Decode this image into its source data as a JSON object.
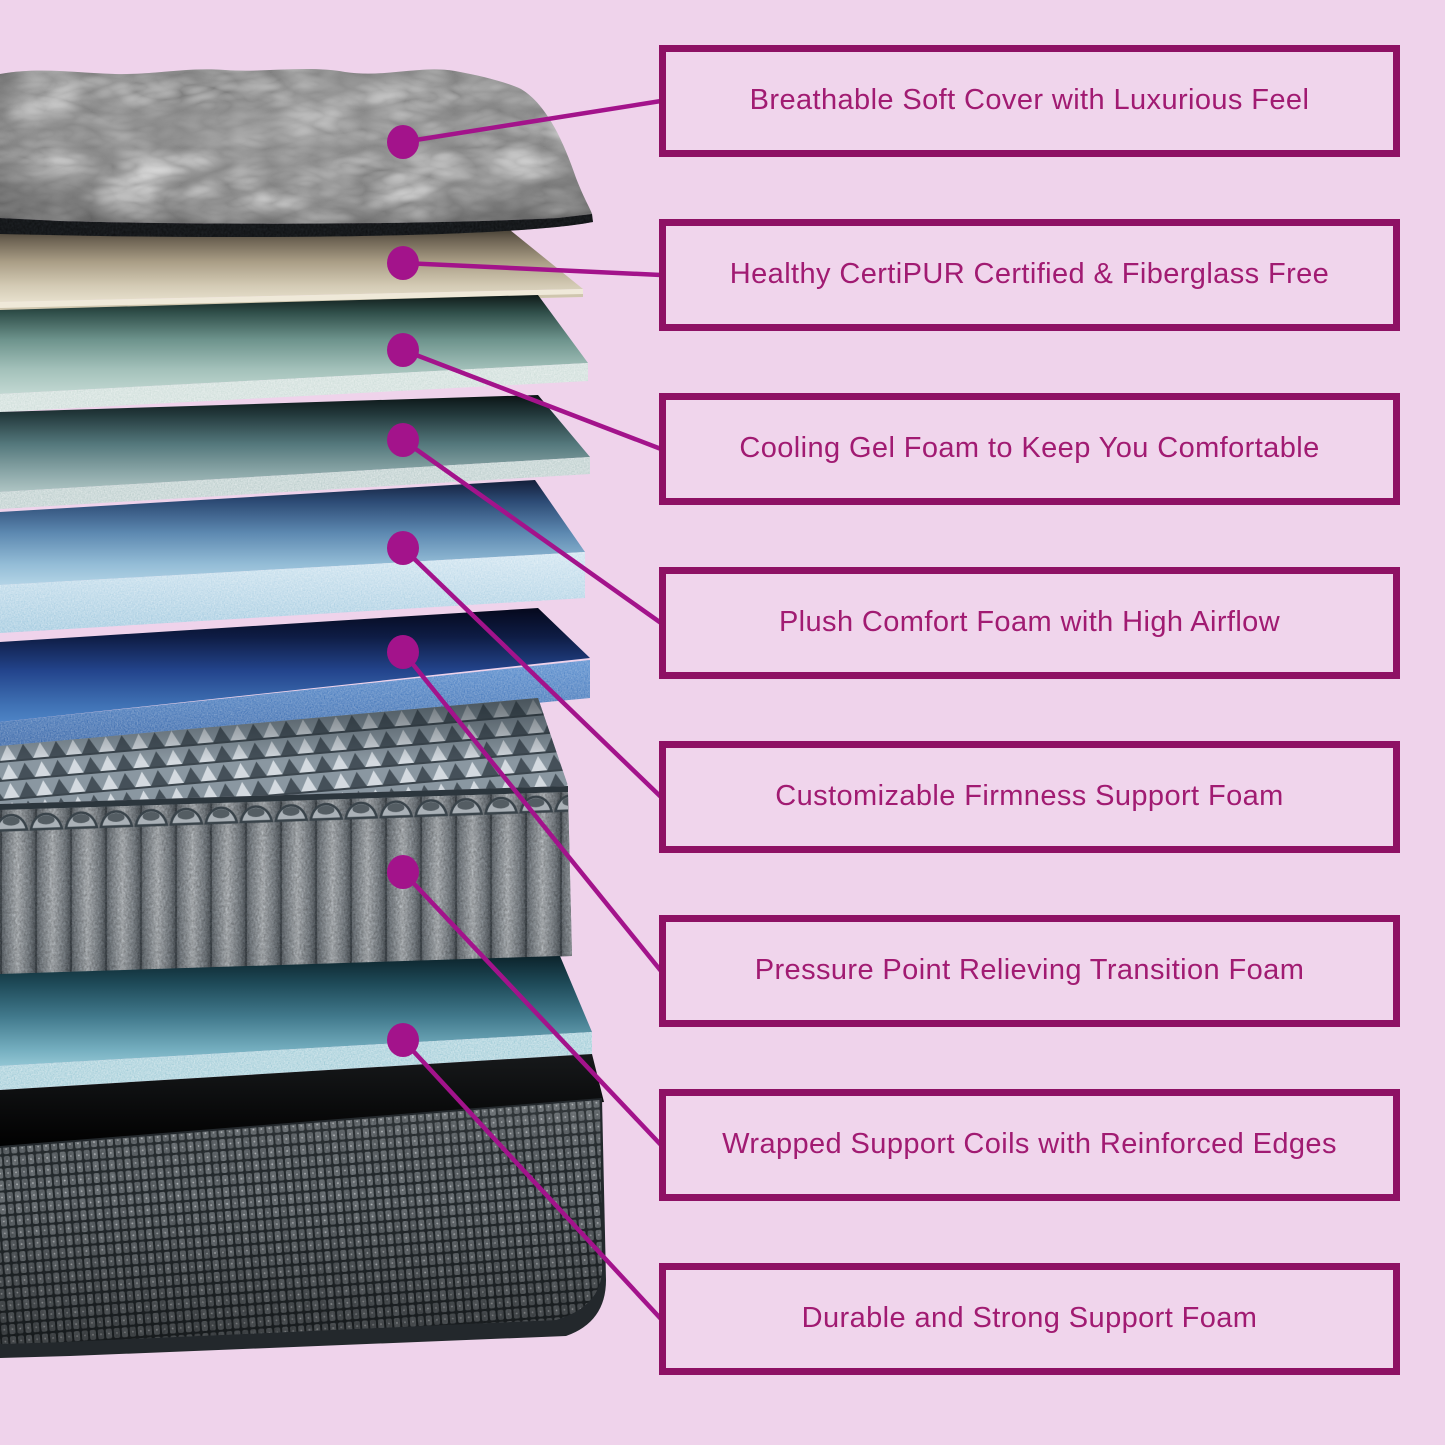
{
  "colors": {
    "background": "#EFD3EB",
    "box_fill": "#F0D5EC",
    "box_border": "#8E1164",
    "box_text": "#A11B72",
    "marker": "#A3138B"
  },
  "callouts": [
    {
      "label": "Breathable Soft Cover with Luxurious Feel"
    },
    {
      "label": "Healthy CertiPUR Certified & Fiberglass Free"
    },
    {
      "label": "Cooling Gel Foam to Keep You Comfortable"
    },
    {
      "label": "Plush Comfort Foam with High Airflow"
    },
    {
      "label": "Customizable Firmness Support Foam"
    },
    {
      "label": "Pressure Point Relieving Transition Foam"
    },
    {
      "label": "Wrapped Support Coils with Reinforced Edges"
    },
    {
      "label": "Durable and Strong Support Foam"
    }
  ],
  "mattress_layers": [
    {
      "name": "quilted-cover",
      "appearance": "dark gray quilted swirl fabric top cover"
    },
    {
      "name": "foam-sheet",
      "appearance": "thin cream foam sheet"
    },
    {
      "name": "cooling-gel-foam",
      "appearance": "pale seafoam green foam slab"
    },
    {
      "name": "comfort-foam",
      "appearance": "gray-teal foam slab"
    },
    {
      "name": "firmness-foam",
      "appearance": "light blue foam slab"
    },
    {
      "name": "transition-foam",
      "appearance": "royal blue foam slab"
    },
    {
      "name": "convoluted-foam",
      "appearance": "silver egg-crate convoluted foam"
    },
    {
      "name": "pocket-coils",
      "appearance": "gray fabric-wrapped coil springs"
    },
    {
      "name": "base-foam",
      "appearance": "teal support base foam slab"
    },
    {
      "name": "foundation-base",
      "appearance": "dark gray woven fabric foundation"
    }
  ]
}
